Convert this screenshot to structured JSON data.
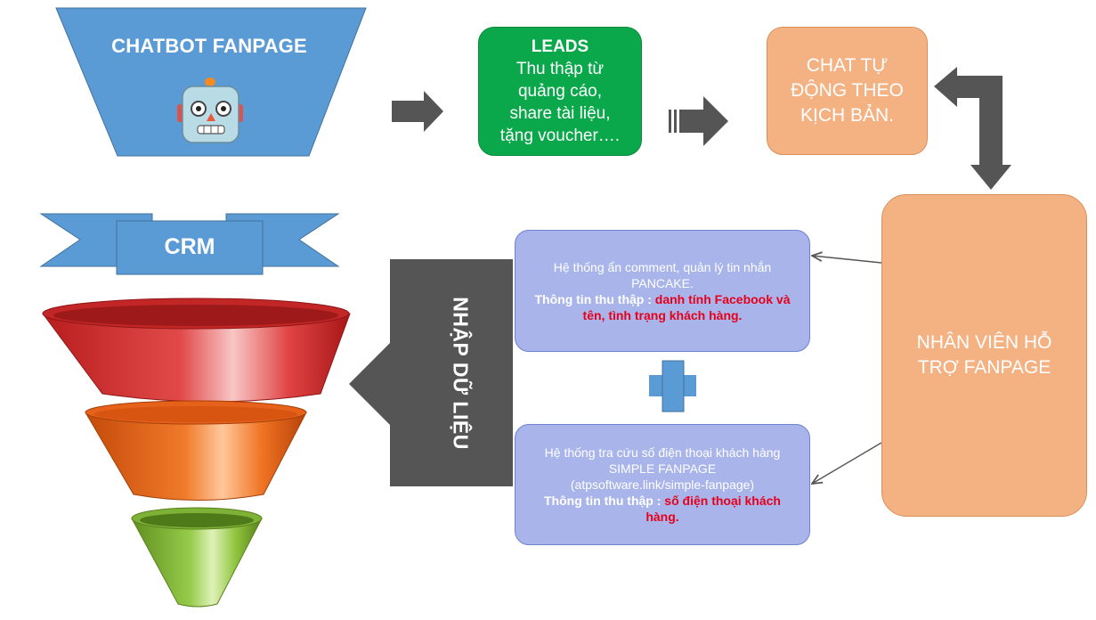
{
  "chatbot": {
    "title": "CHATBOT FANPAGE",
    "icon": "robot-icon"
  },
  "leads": {
    "title": "LEADS",
    "lines": [
      "Thu thập từ",
      "quảng cáo,",
      "share tài liệu,",
      "tặng voucher…."
    ]
  },
  "chat_auto": {
    "lines": [
      "CHAT TỰ",
      "ĐỘNG THEO",
      "KỊCH BẢN."
    ]
  },
  "support": {
    "lines": [
      "NHÂN VIÊN HỖ",
      "TRỢ FANPAGE"
    ]
  },
  "crm": {
    "label": "CRM"
  },
  "import": {
    "label": "NHẬP DỮ LIỆU"
  },
  "pancake": {
    "line1": "Hệ thống ẩn comment, quản lý tin nhắn",
    "line2": "PANCAKE.",
    "collect_label": "Thông tin thu thập : ",
    "collect_value": "danh tính Facebook và tên, tình trạng khách hàng."
  },
  "simple": {
    "line1": "Hệ thống tra cứu số điện thoại khách hàng",
    "line2": "SIMPLE FANPAGE",
    "line3": "(atpsoftware.link/simple-fanpage)",
    "collect_label": "Thông tin thu thập : ",
    "collect_value": "số điện thoại khách hàng."
  },
  "colors": {
    "blue": "#5b9bd5",
    "green": "#0aa84a",
    "peach": "#f4b283",
    "dark_gray": "#555555",
    "lavender": "#a8b4ea",
    "red_text": "#e8001a",
    "funnel_red": "#d93a3a",
    "funnel_orange": "#ee6a1f",
    "funnel_green": "#8cc63f"
  }
}
